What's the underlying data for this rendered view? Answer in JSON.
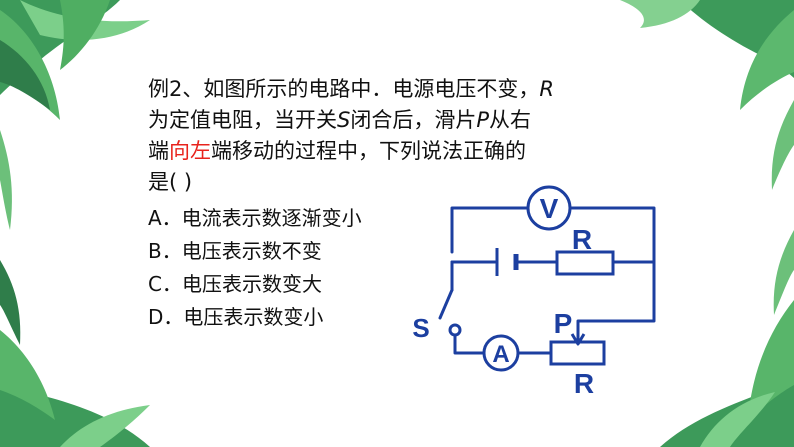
{
  "question": {
    "prefix": "例2、如图所示的电路中．电源电压不变，",
    "var_r": "R",
    "line2_a": "为定值电阻，当开关",
    "var_s": "S",
    "line2_b": "闭合后，滑片",
    "var_p": "P",
    "line2_c": "从右",
    "line3_a": "端",
    "line3_red": "向左",
    "line3_b": "端移动的过程中，下列说法正确的",
    "line4": "是(      )"
  },
  "options": [
    "A．电流表示数逐渐变小",
    "B．电压表示数不变",
    "C．电压表示数变大",
    "D．电压表示数变小"
  ],
  "circuit": {
    "voltmeter_symbol": "V",
    "ammeter_symbol": "A",
    "resistor_label": "R",
    "rheostat_label": "R",
    "slider_label": "P",
    "switch_label": "S",
    "wire_color": "#1c3fa0"
  }
}
